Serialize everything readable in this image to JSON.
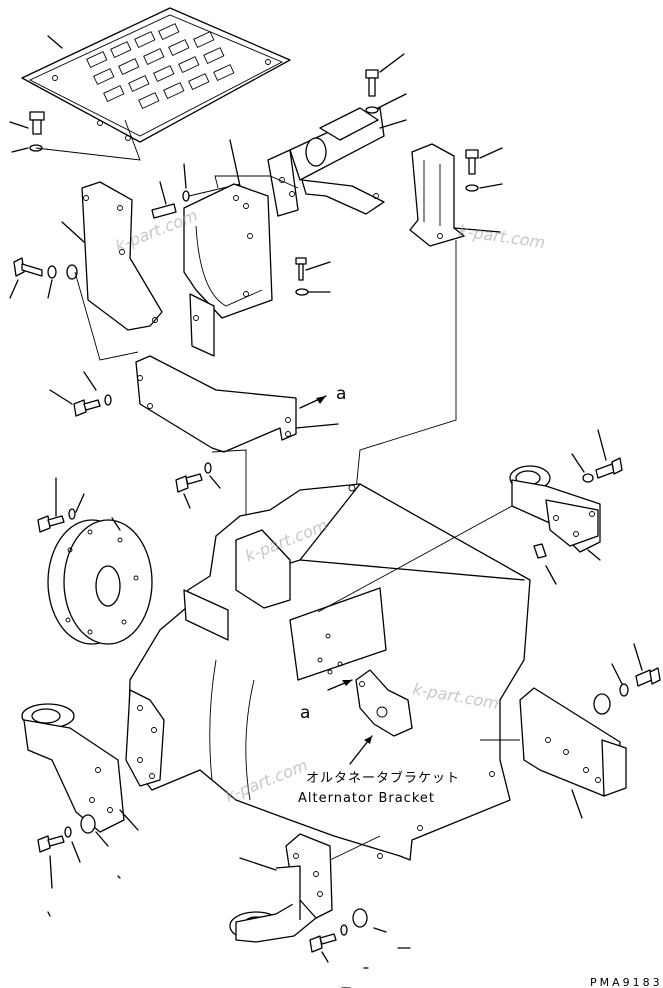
{
  "labels": {
    "callout_a_top": "a",
    "callout_a_bottom": "a",
    "alternator_bracket_jp": "オルタネータブラケット",
    "alternator_bracket_en": "Alternator Bracket",
    "drawing_code": "PMA9183"
  },
  "watermarks": [
    "k-part.com",
    "k-part.com",
    "k-part.com",
    "k-part.com",
    "k-part.com"
  ]
}
